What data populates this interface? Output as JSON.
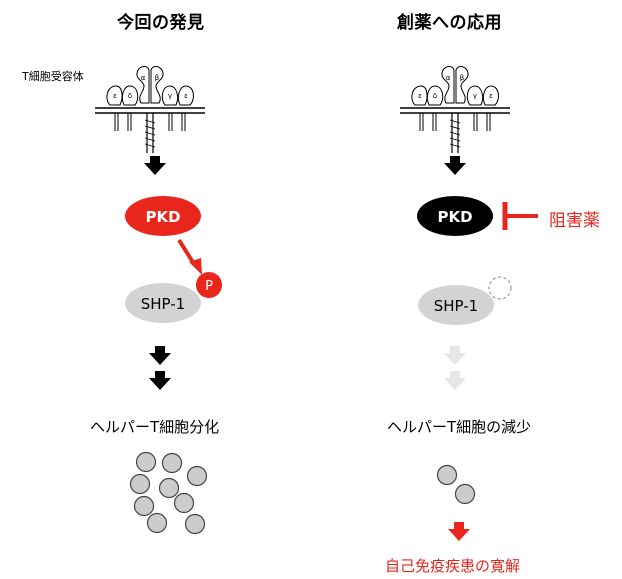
{
  "left": {
    "title": "今回の発見",
    "receptor_label": "T細胞受容体",
    "pkd_label": "PKD",
    "phospho_label": "P",
    "shp_label": "SHP-1",
    "outcome_label": "ヘルパーT細胞分化"
  },
  "right": {
    "title": "創薬への応用",
    "pkd_label": "PKD",
    "inhibitor_label": "阻害薬",
    "shp_label": "SHP-1",
    "outcome_label": "ヘルパーT細胞の減少",
    "result_label": "自己免疫疾患の寛解"
  },
  "receptor_glyphs": {
    "alpha": "α",
    "beta": "β",
    "epsilon": "ε",
    "delta": "δ",
    "gamma": "γ"
  },
  "colors": {
    "red": "#e8261c",
    "black": "#000000",
    "gray_node": "#d3d3d3",
    "faded_arrow": "#e6e6e6",
    "cell": "#cccccc"
  }
}
